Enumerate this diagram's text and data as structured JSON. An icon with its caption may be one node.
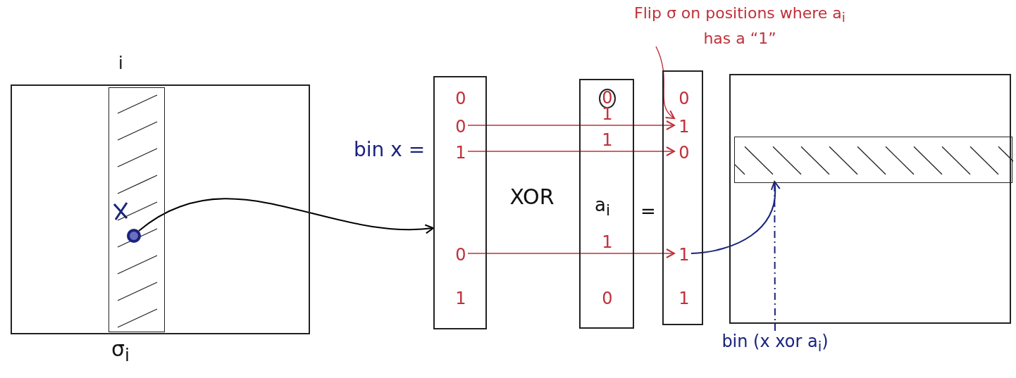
{
  "diagram": {
    "nodes": [
      {
        "text": [],
        "shape": "box"
      },
      {
        "text": [],
        "shape": "bar",
        "in": 0,
        "beside": [
          "i",
          "σ$_{i}$"
        ]
      },
      {
        "text": [],
        "shape": "circle",
        "in": 1
      },
      {
        "text": [],
        "shape": "box",
        "beside": [
          "bin x ="
        ]
      },
      {
        "text": [
          "0"
        ],
        "in": 3
      },
      {
        "text": [
          "0"
        ],
        "in": 3
      },
      {
        "text": [
          "1"
        ],
        "in": 3
      },
      {
        "text": [
          "0"
        ],
        "in": 3
      },
      {
        "text": [
          "1"
        ],
        "in": 3
      },
      {
        "text": [
          "a$_{i}$"
        ]
      },
      {
        "text": [
          "0"
        ],
        "in": 9
      },
      {
        "text": [
          "1"
        ],
        "in": 9
      },
      {
        "text": [
          "1"
        ],
        "in": 9
      },
      {
        "text": [
          "1"
        ],
        "in": 9
      },
      {
        "text": [
          "0"
        ],
        "in": 9
      },
      {
        "text": [],
        "shape": "box"
      },
      {
        "text": [
          "0"
        ],
        "in": 15
      },
      {
        "text": [
          "1"
        ],
        "in": 15
      },
      {
        "text": [
          "0"
        ],
        "in": 15
      },
      {
        "text": [
          "1"
        ],
        "in": 15
      },
      {
        "text": [
          "1"
        ],
        "in": 15
      },
      {
        "text": [],
        "shape": "box"
      },
      {
        "text": [],
        "shape": "bar",
        "in": 21
      },
      {
        "text": [
          "bin (x xor a$_{i}$)"
        ]
      },
      {
        "text": [
          "Flip σ on positions where a$_{i}$ has a “1”"
        ]
      }
    ],
    "edges": [
      {
        "from": 2,
        "to": 3,
        "arrow": "to",
        "color": "#000000"
      },
      {
        "from": 5,
        "to": 17,
        "arrow": "to"
      },
      {
        "from": 6,
        "to": 18,
        "arrow": "to"
      },
      {
        "from": 7,
        "to": 19,
        "arrow": "to"
      },
      {
        "from": 19,
        "to": 22,
        "arrow": "to",
        "color": "#1a237e"
      },
      {
        "from": 23,
        "to": 22,
        "arrow": "none",
        "style": "dashed",
        "color": "#1a237e"
      },
      {
        "from": 24,
        "to": 17,
        "arrow": "to"
      }
    ],
    "labels": [
      "XOR",
      "="
    ]
  }
}
